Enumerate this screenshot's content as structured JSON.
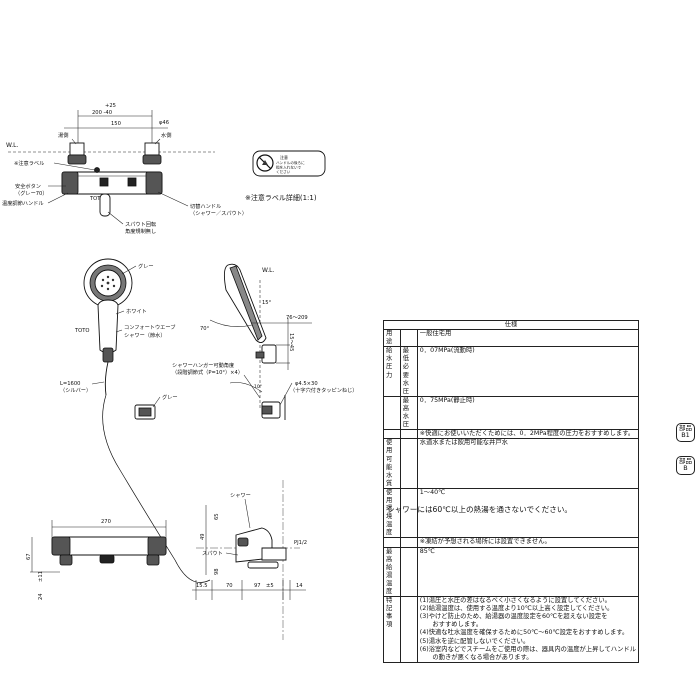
{
  "labels": {
    "wl_top": "W.L.",
    "hot_side": "湯側",
    "cold_side": "水側",
    "caution_label": "※注意ラベル",
    "safety_button": "安全ボタン",
    "safety_button_color": "（グレー70）",
    "temp_handle": "温度調節ハンドル",
    "brand_mark": "TOTO",
    "switch_handle": "切替ハンドル",
    "switch_handle_sub": "（シャワー／スパウト）",
    "spout_rotation": "スパウト回転",
    "spout_rotation_sub": "角度規制無し",
    "caution_detail": "※注意ラベル詳細(1:1)",
    "caution_text_1": "注意",
    "caution_text_2": "ハンドルの後ろに",
    "caution_text_3": "指を入れないで",
    "caution_text_4": "ください",
    "gray_top": "グレー",
    "white": "ホワイト",
    "brand_shower": "TOTO",
    "comfort_wave": "コンフォートウエーブ",
    "comfort_wave_sub": "シャワー（節水）",
    "hose_length": "L=1600",
    "hose_color": "（シルバー）",
    "hanger_angle": "シャワーハンガー可動角度",
    "hanger_angle_sub": "（段階調節式（P=10°）×4）",
    "gray_hanger": "グレー",
    "wl_side": "W.L.",
    "screw_spec": "φ4.5×30",
    "screw_spec_sub": "（十字穴付きタッピンねじ）",
    "side_shower": "シャワー",
    "side_spout": "スパウト",
    "side_thread": "PJ1/2"
  },
  "dimensions": {
    "d_plus25": "+25",
    "d_200_40": "200 -40",
    "d_150": "150",
    "d_phi46": "φ46",
    "d_270": "270",
    "d_67": "67",
    "d_pm11": "±11",
    "d_24": "24",
    "d_76_209": "76～209",
    "d_15_45": "15～45",
    "d_15": "15°",
    "d_70": "70°",
    "d_49": "49",
    "d_65": "65",
    "d_98": "98",
    "d_15_5": "15.5",
    "d_70b": "70",
    "d_97": "97",
    "d_pm5": "±5",
    "d_14": "14"
  },
  "spec": {
    "title": "仕様",
    "rows": [
      {
        "k1": "用途",
        "k2": "",
        "v": "一般住宅用"
      },
      {
        "k1": "給水圧力",
        "k2": "最低必要水圧",
        "v": "0．07MPa(流動時)"
      },
      {
        "k1": "",
        "k2": "最高水圧",
        "v": "0．75MPa(静止時)"
      },
      {
        "k1": "",
        "k2": "",
        "v": "※快適にお使いいただくためには、0．2MPa程度の圧力をおすすめします。"
      },
      {
        "k1": "使用可能水質",
        "k2": "",
        "v": "水道水または飲用可能な井戸水"
      },
      {
        "k1": "使用環境温度",
        "k2": "",
        "v": "1～40℃"
      },
      {
        "k1": "",
        "k2": "",
        "v": "※凍結が予想される場所には設置できません。"
      },
      {
        "k1": "最高給湯温度",
        "k2": "",
        "v": "85℃"
      },
      {
        "k1": "特記事項",
        "k2": "",
        "v": ""
      }
    ],
    "notes": [
      "(1)湯圧と水圧の差はなるべく小さくなるように設置してください。",
      "(2)給湯温度は、使用する温度より10℃以上高く設定してください。",
      "(3)やけど防止のため、給湯器の温度設定を60℃を超えない設定を",
      "　　おすすめします。",
      "(4)快適な吐水温度を確保するために50℃～60℃設定をおすすめします。",
      "(5)湯水を逆に配管しないでください。",
      "(6)浴室内などでスチームをご使用の際は、器具内の温度が上昇してハンドル",
      "　　の動きが悪くなる場合があります。"
    ]
  },
  "footnote": "シャワーには60℃以上の熱湯を通さないでください。",
  "badges": [
    {
      "line1": "部品",
      "line2": "B1"
    },
    {
      "line1": "部品",
      "line2": "B"
    }
  ],
  "icons": [
    "no-entry-icon"
  ]
}
